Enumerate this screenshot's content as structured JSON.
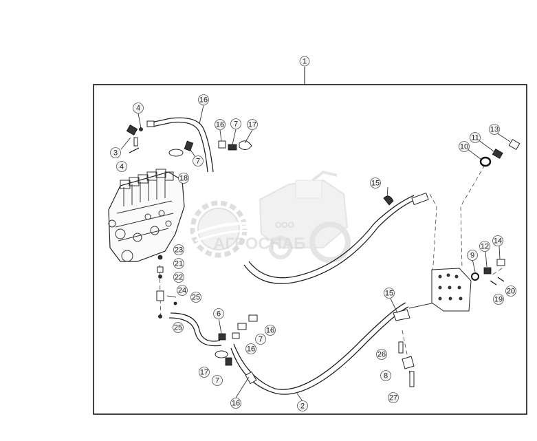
{
  "diagram": {
    "assembly_callout": "1",
    "callouts": {
      "c2": "2",
      "c3": "3",
      "c4a": "4",
      "c4b": "4",
      "c6": "6",
      "c7a": "7",
      "c7b": "7",
      "c7c": "7",
      "c7d": "7",
      "c8": "8",
      "c9": "9",
      "c10": "10",
      "c11": "11",
      "c12": "12",
      "c13": "13",
      "c14": "14",
      "c15a": "15",
      "c15b": "15",
      "c16a": "16",
      "c16b": "16",
      "c16c": "16",
      "c16d": "16",
      "c16e": "16",
      "c17a": "17",
      "c17b": "17",
      "c18": "18",
      "c19": "19",
      "c20": "20",
      "c21": "21",
      "c22": "22",
      "c23": "23",
      "c24": "24",
      "c25a": "25",
      "c25b": "25",
      "c26": "26",
      "c27": "27"
    }
  },
  "watermark": {
    "company_prefix": "ООО",
    "company_name": "АГРОСНАБ"
  }
}
